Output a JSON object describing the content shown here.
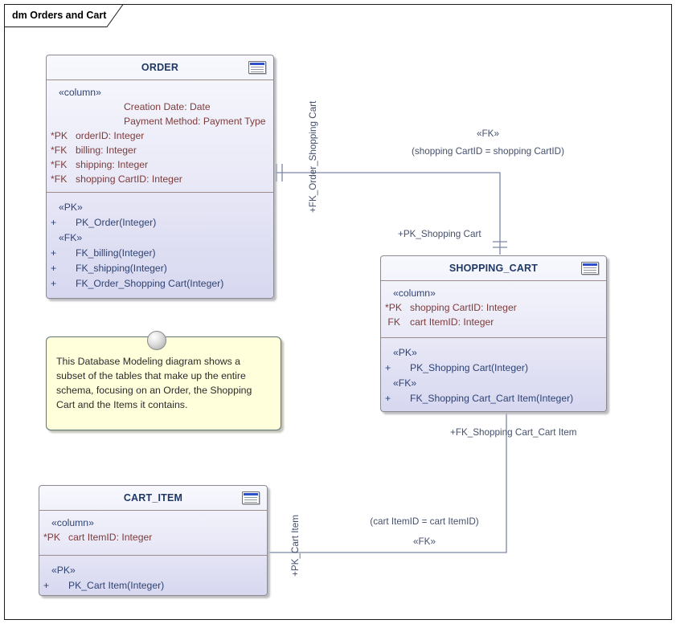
{
  "diagram": {
    "tab_label": "dm Orders and Cart",
    "note_text": "This Database Modeling diagram shows a subset of the tables that make up the entire schema, focusing on an Order, the Shopping Cart and the Items it contains."
  },
  "colors": {
    "table_fill_top": "#f8f8fe",
    "table_fill_bottom": "#d7d7f0",
    "table_border": "#8a8a92",
    "section_divider": "#a08b8b",
    "title_text": "#1f3864",
    "stereotype_text": "#2e4373",
    "attribute_text": "#7d3b3b",
    "operation_text": "#2e4373",
    "connector_line": "#7b86a5",
    "connector_label": "#45506b",
    "note_fill": "#ffffdc",
    "note_border": "#5c7676",
    "icon_bar_blue": "#2b50c8"
  },
  "tables": [
    {
      "id": "order",
      "title": "ORDER",
      "attributes": [
        {
          "prefix": "",
          "text": "«column»",
          "kind": "stereotype"
        },
        {
          "prefix": "",
          "text": "Creation Date: Date",
          "kind": "attr",
          "indent": 1
        },
        {
          "prefix": "",
          "text": "Payment Method: Payment Type",
          "kind": "attr",
          "indent": 1
        },
        {
          "prefix": "*PK",
          "text": "orderID: Integer",
          "kind": "attr"
        },
        {
          "prefix": "*FK",
          "text": "billing: Integer",
          "kind": "attr"
        },
        {
          "prefix": "*FK",
          "text": "shipping: Integer",
          "kind": "attr"
        },
        {
          "prefix": "*FK",
          "text": "shopping CartID: Integer",
          "kind": "attr"
        }
      ],
      "operations": [
        {
          "prefix": "",
          "text": "«PK»",
          "kind": "stereotype"
        },
        {
          "prefix": "+",
          "text": "PK_Order(Integer)",
          "kind": "op"
        },
        {
          "prefix": "",
          "text": "«FK»",
          "kind": "stereotype"
        },
        {
          "prefix": "+",
          "text": "FK_billing(Integer)",
          "kind": "op"
        },
        {
          "prefix": "+",
          "text": "FK_shipping(Integer)",
          "kind": "op"
        },
        {
          "prefix": "+",
          "text": "FK_Order_Shopping Cart(Integer)",
          "kind": "op"
        }
      ]
    },
    {
      "id": "shopping_cart",
      "title": "SHOPPING_CART",
      "attributes": [
        {
          "prefix": "",
          "text": "«column»",
          "kind": "stereotype"
        },
        {
          "prefix": "*PK",
          "text": "shopping CartID: Integer",
          "kind": "attr"
        },
        {
          "prefix": " FK",
          "text": "cart ItemID: Integer",
          "kind": "attr"
        }
      ],
      "operations": [
        {
          "prefix": "",
          "text": "«PK»",
          "kind": "stereotype"
        },
        {
          "prefix": "+",
          "text": "PK_Shopping Cart(Integer)",
          "kind": "op"
        },
        {
          "prefix": "",
          "text": "«FK»",
          "kind": "stereotype"
        },
        {
          "prefix": "+",
          "text": "FK_Shopping Cart_Cart Item(Integer)",
          "kind": "op"
        }
      ]
    },
    {
      "id": "cart_item",
      "title": "CART_ITEM",
      "attributes": [
        {
          "prefix": "",
          "text": "«column»",
          "kind": "stereotype"
        },
        {
          "prefix": "*PK",
          "text": "cart ItemID: Integer",
          "kind": "attr"
        }
      ],
      "operations": [
        {
          "prefix": "",
          "text": "«PK»",
          "kind": "stereotype"
        },
        {
          "prefix": "+",
          "text": "PK_Cart Item(Integer)",
          "kind": "op"
        }
      ]
    }
  ],
  "connectors": [
    {
      "id": "order_shopping_cart",
      "source_role": "+FK_Order_Shopping Cart",
      "target_role": "+PK_Shopping Cart",
      "stereotype": "«FK»",
      "constraint": "(shopping CartID = shopping CartID)"
    },
    {
      "id": "shopping_cart_cart_item",
      "source_role": "+PK_Cart Item",
      "target_role": "+FK_Shopping Cart_Cart Item",
      "stereotype": "«FK»",
      "constraint": "(cart ItemID = cart ItemID)"
    }
  ]
}
